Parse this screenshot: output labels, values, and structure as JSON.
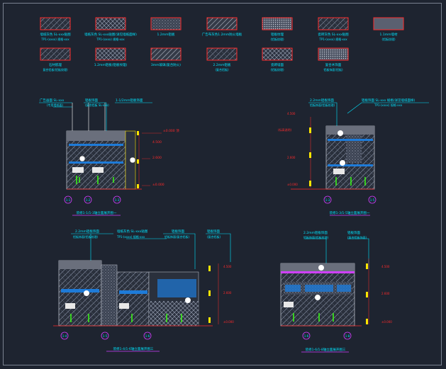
{
  "legend": {
    "row1": [
      "墙纸灰色 SL-xxx贴图",
      "墙纸灰色 SL-xxx贴图(详见墙纸面样)",
      "1.2mm铝板",
      "广告布灰色1.2mm防火墙板",
      "铝板纹理",
      "瓷砖灰色 SL-xxx贴图",
      "1.1mm墙材"
    ],
    "row1_sub": [
      "TP1-(xxxx) 规格-xxx",
      "TP1-(xxxx) 规格-xxx",
      "",
      "",
      "(铝板纹理)",
      "TP1-(xxxx) 规格-xxx",
      "(铝板纹理)"
    ],
    "row2": [
      "石材肌理",
      "1.2mm铝板(铝板纹理)",
      "3mm玻璃(复合防火)",
      "2.2mm铝板",
      "瓷砖墙面",
      "复合木饰面"
    ],
    "row2_sub": [
      "复合铝板(铝板纹理)",
      "",
      "",
      "(复合铝板)",
      "(铝板纹理)",
      "铝板饰面(铝板)"
    ]
  },
  "elevations": [
    {
      "id": "A",
      "axes": [
        "1-1",
        "1-2",
        "1-3"
      ],
      "caption": "装修1-1/1-3轴立面展开图一",
      "callouts_top": [
        "广告画面 SL-xxx",
        "铝板饰面",
        "1-1/2mm铝板饰面"
      ],
      "callouts_sub": [
        "(专用墙纸面)",
        "(复合铝板 SL-xxx)",
        ""
      ],
      "levels": [
        "±0.000 顶",
        "4.500",
        "2.600",
        "±0.000"
      ]
    },
    {
      "id": "B",
      "axes": [
        "1-3",
        "1-5"
      ],
      "caption": "装修1-3/1-5轴立面展开图一",
      "callouts_top": [
        "2.2mm铝板饰面",
        "铝板饰面 SL-xxx 规格(详见墙纸面样)"
      ],
      "callouts_sub": [
        "铝板饰面(铝板纹理)",
        "TP1-(xxxx) 规格-xxx"
      ],
      "levels": [
        "(标高说明)",
        "4.500",
        "2.600",
        "±0.000"
      ]
    },
    {
      "id": "C",
      "axes": [
        "1-4",
        "1-5",
        "1-6"
      ],
      "caption": "装修1-4/1-6轴立面展开图三",
      "callouts_top": [
        "2.2mm铝板饰面",
        "墙纸灰色 SL-xxx贴图",
        "铝板饰面",
        "铝板饰面"
      ],
      "callouts_sub": [
        "铝板饰面(铝板纹理)",
        "TP1-(xxxx) 规格-xxx",
        "铝板饰面(复合铝板)",
        "(复合铝板)"
      ],
      "levels": [
        "4.500",
        "2.600",
        "±0.000"
      ]
    },
    {
      "id": "D",
      "axes": [
        "1-6",
        "1-8"
      ],
      "caption": "装修1-6/1-8轴立面展开图三",
      "callouts_top": [
        "2.2mm铝板饰面",
        "铝板饰面"
      ],
      "callouts_sub": [
        "铝板饰面(铝板纹理)",
        "(复合铝板饰面)"
      ],
      "levels": [
        "4.500",
        "2.600",
        "±0.000"
      ]
    }
  ],
  "colors": {
    "background": "#1e2430",
    "cyan": "#00e5ff",
    "red": "#ff2b2b",
    "yellow": "#ffe600",
    "green": "#39ff14",
    "magenta": "#d040ff",
    "white": "#ffffff",
    "hatch": "#9aa3b5"
  }
}
